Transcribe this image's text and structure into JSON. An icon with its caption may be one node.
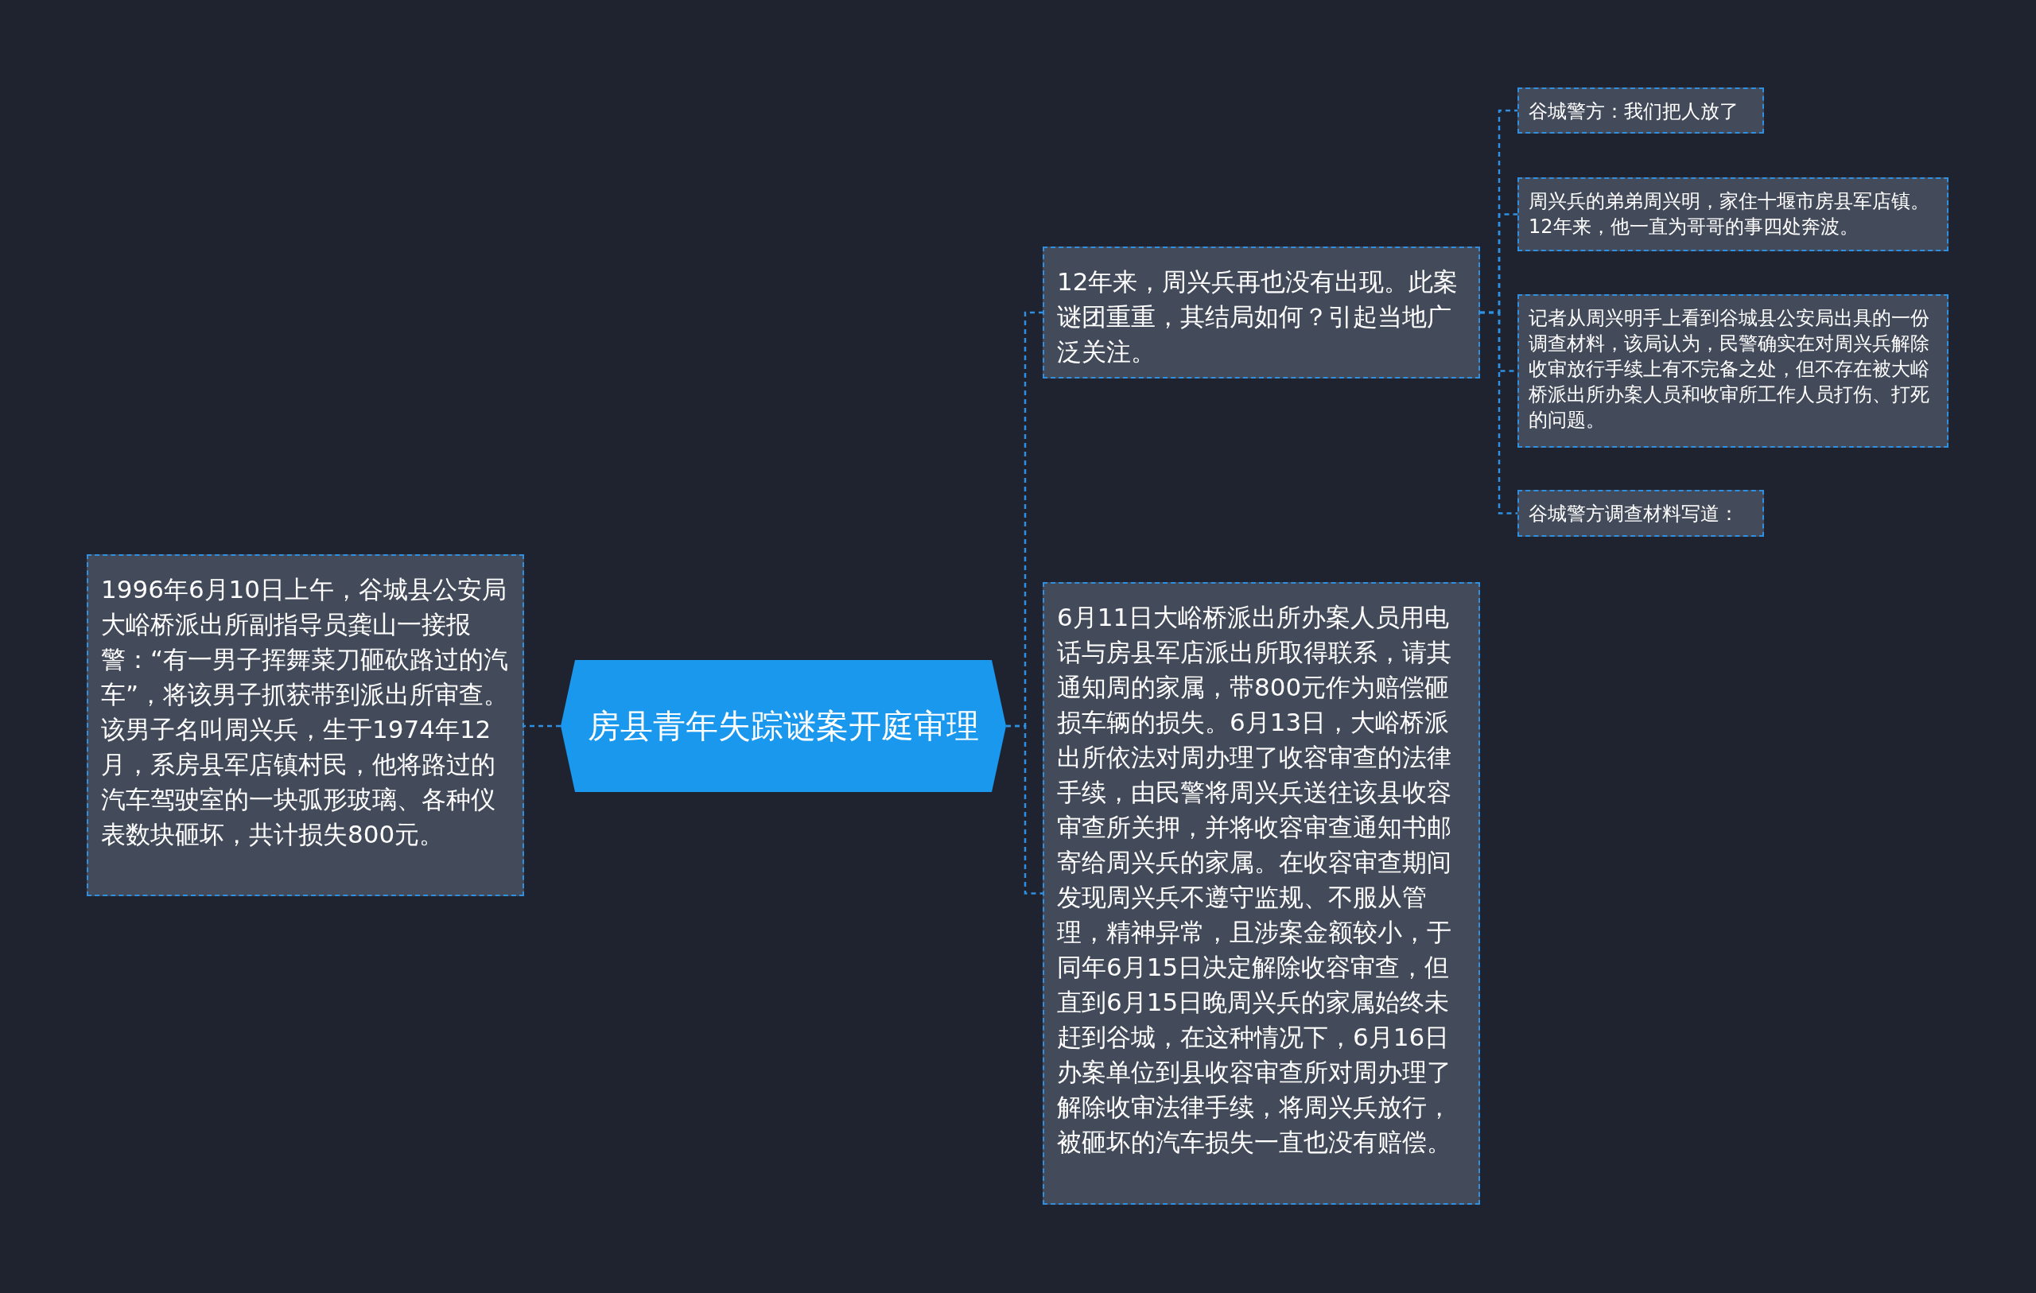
{
  "diagram": {
    "nodes": [
      {
        "text": [
          "房县青年失踪谜案开庭审理"
        ]
      },
      {
        "text": [
          "1996年6月10日上午，谷城县公安局大峪桥派出所副指导员龚山一接报警：“有一男子挥舞菜刀砸砍路过的汽车”，将该男子抓获带到派出所审查。该男子名叫周兴兵，生于1974年12月，系房县军店镇村民，他将路过的汽车驾驶室的一块弧形玻璃、各种仪表数块砸坏，共计损失800元。"
        ]
      },
      {
        "text": [
          "12年来，周兴兵再也没有出现。此案谜团重重，其结局如何？引起当地广泛关注。"
        ]
      },
      {
        "text": [
          "6月11日大峪桥派出所办案人员用电话与房县军店派出所取得联系，请其通知周的家属，带800元作为赔偿砸损车辆的损失。6月13日，大峪桥派出所依法对周办理了收容审查的法律手续，由民警将周兴兵送往该县收容审查所关押，并将收容审查通知书邮寄给周兴兵的家属。在收容审查期间发现周兴兵不遵守监规、不服从管理，精神异常，且涉案金额较小，于同年6月15日决定解除收容审查，但直到6月15日晚周兴兵的家属始终未赶到谷城，在这种情况下，6月16日办案单位到县收容审查所对周办理了解除收审法律手续，将周兴兵放行，被砸坏的汽车损失一直也没有赔偿。"
        ]
      },
      {
        "text": [
          "谷城警方：我们把人放了"
        ]
      },
      {
        "text": [
          "周兴兵的弟弟周兴明，家住十堰市房县军店镇。12年来，他一直为哥哥的事四处奔波。"
        ]
      },
      {
        "text": [
          "记者从周兴明手上看到谷城县公安局出具的一份调查材料，该局认为，民警确实在对周兴兵解除收审放行手续上有不完备之处，但不存在被大峪桥派出所办案人员和收审所工作人员打伤、打死的问题。"
        ]
      },
      {
        "text": [
          "谷城警方调查材料写道："
        ]
      }
    ],
    "edges": [
      {
        "from": 0,
        "to": 1,
        "arrow": "none"
      },
      {
        "from": 0,
        "to": 2,
        "arrow": "none"
      },
      {
        "from": 0,
        "to": 3,
        "arrow": "none"
      },
      {
        "from": 2,
        "to": 4,
        "arrow": "none"
      },
      {
        "from": 2,
        "to": 5,
        "arrow": "none"
      },
      {
        "from": 2,
        "to": 6,
        "arrow": "none"
      },
      {
        "from": 2,
        "to": 7,
        "arrow": "none"
      }
    ]
  }
}
